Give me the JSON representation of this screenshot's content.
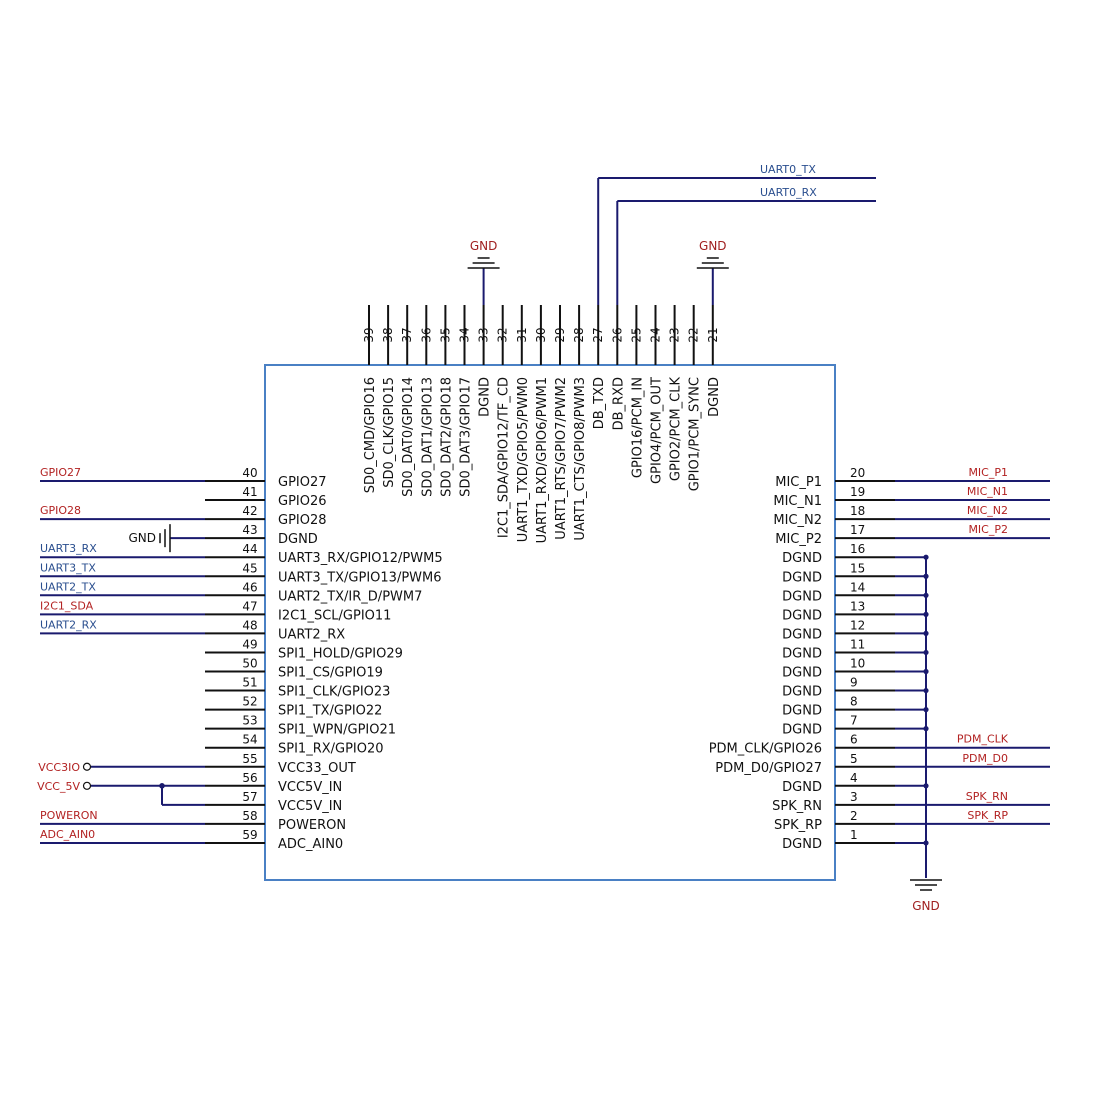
{
  "colors": {
    "wire": "#1a1a6e",
    "chip_outline": "#4a80c4",
    "net_text_red": "#b22222",
    "net_text_blue": "#2b4f8f",
    "pin_stub": "#111111",
    "gnd_text": "#a02020"
  },
  "gnd": {
    "label": "GND"
  },
  "top_pins": [
    {
      "num": "39",
      "name": "SD0_CMD/GPIO16"
    },
    {
      "num": "38",
      "name": "SD0_CLK/GPIO15"
    },
    {
      "num": "37",
      "name": "SD0_DAT0/GPIO14"
    },
    {
      "num": "36",
      "name": "SD0_DAT1/GPIO13"
    },
    {
      "num": "35",
      "name": "SD0_DAT2/GPIO18"
    },
    {
      "num": "34",
      "name": "SD0_DAT3/GPIO17"
    },
    {
      "num": "33",
      "name": "DGND"
    },
    {
      "num": "32",
      "name": "I2C1_SDA/GPIO12/TF_CD"
    },
    {
      "num": "31",
      "name": "UART1_TXD/GPIO5/PWM0"
    },
    {
      "num": "30",
      "name": "UART1_RXD/GPIO6/PWM1"
    },
    {
      "num": "29",
      "name": "UART1_RTS/GPIO7/PWM2"
    },
    {
      "num": "28",
      "name": "UART1_CTS/GPIO8/PWM3"
    },
    {
      "num": "27",
      "name": "DB_TXD"
    },
    {
      "num": "26",
      "name": "DB_RXD"
    },
    {
      "num": "25",
      "name": "GPIO16/PCM_IN"
    },
    {
      "num": "24",
      "name": "GPIO4/PCM_OUT"
    },
    {
      "num": "23",
      "name": "GPIO2/PCM_CLK"
    },
    {
      "num": "22",
      "name": "GPIO1/PCM_SYNC"
    },
    {
      "num": "21",
      "name": "DGND"
    }
  ],
  "top_nets": [
    {
      "label": "UART0_TX"
    },
    {
      "label": "UART0_RX"
    }
  ],
  "left_pins": [
    {
      "num": "40",
      "name": "GPIO27",
      "net": "GPIO27",
      "net_color": "red"
    },
    {
      "num": "41",
      "name": "GPIO26",
      "net": "",
      "net_color": ""
    },
    {
      "num": "42",
      "name": "GPIO28",
      "net": "GPIO28",
      "net_color": "red"
    },
    {
      "num": "43",
      "name": "DGND",
      "net": "GND",
      "net_color": "gnd"
    },
    {
      "num": "44",
      "name": "UART3_RX/GPIO12/PWM5",
      "net": "UART3_RX",
      "net_color": "blue"
    },
    {
      "num": "45",
      "name": "UART3_TX/GPIO13/PWM6",
      "net": "UART3_TX",
      "net_color": "blue"
    },
    {
      "num": "46",
      "name": "UART2_TX/IR_D/PWM7",
      "net": "UART2_TX",
      "net_color": "blue"
    },
    {
      "num": "47",
      "name": "I2C1_SCL/GPIO11",
      "net": "I2C1_SDA",
      "net_color": "red"
    },
    {
      "num": "48",
      "name": "UART2_RX",
      "net": "UART2_RX",
      "net_color": "blue"
    },
    {
      "num": "49",
      "name": "SPI1_HOLD/GPIO29",
      "net": "",
      "net_color": ""
    },
    {
      "num": "50",
      "name": "SPI1_CS/GPIO19",
      "net": "",
      "net_color": ""
    },
    {
      "num": "51",
      "name": "SPI1_CLK/GPIO23",
      "net": "",
      "net_color": ""
    },
    {
      "num": "52",
      "name": "SPI1_TX/GPIO22",
      "net": "",
      "net_color": ""
    },
    {
      "num": "53",
      "name": "SPI1_WPN/GPIO21",
      "net": "",
      "net_color": ""
    },
    {
      "num": "54",
      "name": "SPI1_RX/GPIO20",
      "net": "",
      "net_color": ""
    },
    {
      "num": "55",
      "name": "VCC33_OUT",
      "net": "VCC3IO",
      "net_color": "red"
    },
    {
      "num": "56",
      "name": "VCC5V_IN",
      "net": "VCC_5V",
      "net_color": "red"
    },
    {
      "num": "57",
      "name": "VCC5V_IN",
      "net": "",
      "net_color": ""
    },
    {
      "num": "58",
      "name": "POWERON",
      "net": "POWERON",
      "net_color": "red"
    },
    {
      "num": "59",
      "name": "ADC_AIN0",
      "net": "ADC_AIN0",
      "net_color": "red"
    }
  ],
  "right_pins": [
    {
      "num": "20",
      "name": "MIC_P1",
      "net": "MIC_P1"
    },
    {
      "num": "19",
      "name": "MIC_N1",
      "net": "MIC_N1"
    },
    {
      "num": "18",
      "name": "MIC_N2",
      "net": "MIC_N2"
    },
    {
      "num": "17",
      "name": "MIC_P2",
      "net": "MIC_P2"
    },
    {
      "num": "16",
      "name": "DGND",
      "net": ""
    },
    {
      "num": "15",
      "name": "DGND",
      "net": ""
    },
    {
      "num": "14",
      "name": "DGND",
      "net": ""
    },
    {
      "num": "13",
      "name": "DGND",
      "net": ""
    },
    {
      "num": "12",
      "name": "DGND",
      "net": ""
    },
    {
      "num": "11",
      "name": "DGND",
      "net": ""
    },
    {
      "num": "10",
      "name": "DGND",
      "net": ""
    },
    {
      "num": "9",
      "name": "DGND",
      "net": ""
    },
    {
      "num": "8",
      "name": "DGND",
      "net": ""
    },
    {
      "num": "7",
      "name": "DGND",
      "net": ""
    },
    {
      "num": "6",
      "name": "PDM_CLK/GPIO26",
      "net": "PDM_CLK"
    },
    {
      "num": "5",
      "name": "PDM_D0/GPIO27",
      "net": "PDM_D0"
    },
    {
      "num": "4",
      "name": "DGND",
      "net": ""
    },
    {
      "num": "3",
      "name": "SPK_RN",
      "net": "SPK_RN"
    },
    {
      "num": "2",
      "name": "SPK_RP",
      "net": "SPK_RP"
    },
    {
      "num": "1",
      "name": "DGND",
      "net": ""
    }
  ]
}
